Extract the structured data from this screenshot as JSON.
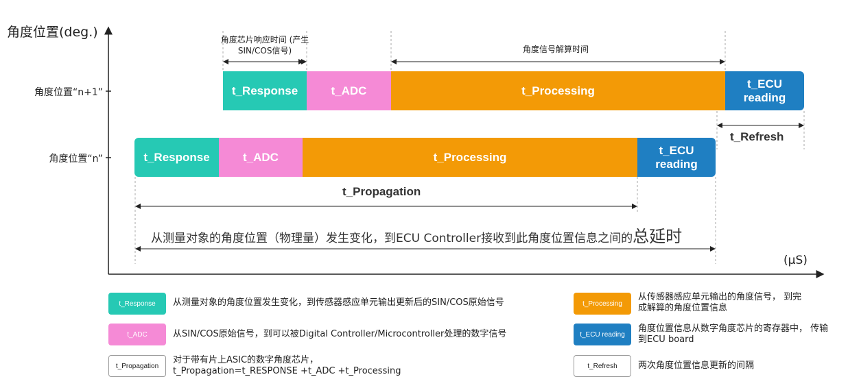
{
  "colors": {
    "response": "#26c9b4",
    "adc": "#f58ad6",
    "processing": "#f39a06",
    "ecu": "#1f7fc2",
    "axis": "#222222"
  },
  "axes": {
    "y_title": "角度位置(deg.)",
    "x_unit": "(μS)",
    "row_upper": "角度位置“n+1”",
    "row_lower": "角度位置“n”"
  },
  "bars": {
    "response": "t_Response",
    "adc": "t_ADC",
    "processing": "t_Processing",
    "ecu": "t_ECU reading"
  },
  "annotations": {
    "response_time": "角度芯片响应时间 (产生SIN/COS信号)",
    "solve_time": "角度信号解算时间",
    "refresh": "t_Refresh",
    "propagation": "t_Propagation",
    "total_delay_prefix": "从测量对象的角度位置（物理量）发生变化，到ECU Controller接收到此角度位置信息之间的",
    "total_delay_emph": "总延时"
  },
  "legend": {
    "response": {
      "tag": "t_Response",
      "text": "从测量对象的角度位置发生变化，到传感器感应单元输出更新后的SIN/COS原始信号"
    },
    "adc": {
      "tag": "t_ADC",
      "text": "从SIN/COS原始信号，到可以被Digital Controller/Microcontroller处理的数字信号"
    },
    "propagation": {
      "tag": "t_Propagation",
      "text": "对于带有片上ASIC的数字角度芯片， t_Propagation=t_RESPONSE +t_ADC +t_Processing"
    },
    "processing": {
      "tag": "t_Processing",
      "text": "从传感器感应单元输出的角度信号， 到完成解算的角度位置信息"
    },
    "ecu": {
      "tag": "t_ECU reading",
      "text": "角度位置信息从数字角度芯片的寄存器中， 传输到ECU board"
    },
    "refresh": {
      "tag": "t_Refresh",
      "text": "两次角度位置信息更新的间隔"
    }
  }
}
